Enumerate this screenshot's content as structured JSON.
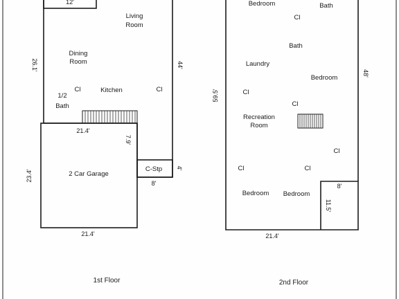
{
  "first_floor": {
    "caption": "1st Floor",
    "rooms": {
      "living_l1": "Living",
      "living_l2": "Room",
      "dining_l1": "Dining",
      "dining_l2": "Room",
      "kitchen": "Kitchen",
      "half_bath_l1": "1/2",
      "half_bath_l2": "Bath",
      "garage": "2 Car Garage",
      "c_stp": "C-Stp"
    },
    "closets": [
      "Cl",
      "Cl"
    ],
    "dimensions": {
      "top": "12'",
      "left_upper": "26.1'",
      "right_upper": "44'",
      "garage_top": "21.4'",
      "garage_right": "7.9'",
      "garage_left": "23.4'",
      "garage_bottom": "21.4'",
      "cstp_width": "8'",
      "cstp_height": "4'"
    }
  },
  "second_floor": {
    "caption": "2nd Floor",
    "rooms": {
      "bedroom_top": "Bedroom",
      "bath_top": "Bath",
      "bath_mid": "Bath",
      "laundry": "Laundry",
      "bedroom_right": "Bedroom",
      "recreation_l1": "Recreation",
      "recreation_l2": "Room",
      "bedroom_bottom_left": "Bedroom",
      "bedroom_bottom_right": "Bedroom"
    },
    "closets": [
      "Cl",
      "Cl",
      "Cl",
      "Cl",
      "Cl",
      "Cl"
    ],
    "dimensions": {
      "left": "59.5'",
      "right": "48'",
      "notch_width": "8'",
      "notch_height": "11.5'",
      "bottom": "21.4'"
    }
  }
}
